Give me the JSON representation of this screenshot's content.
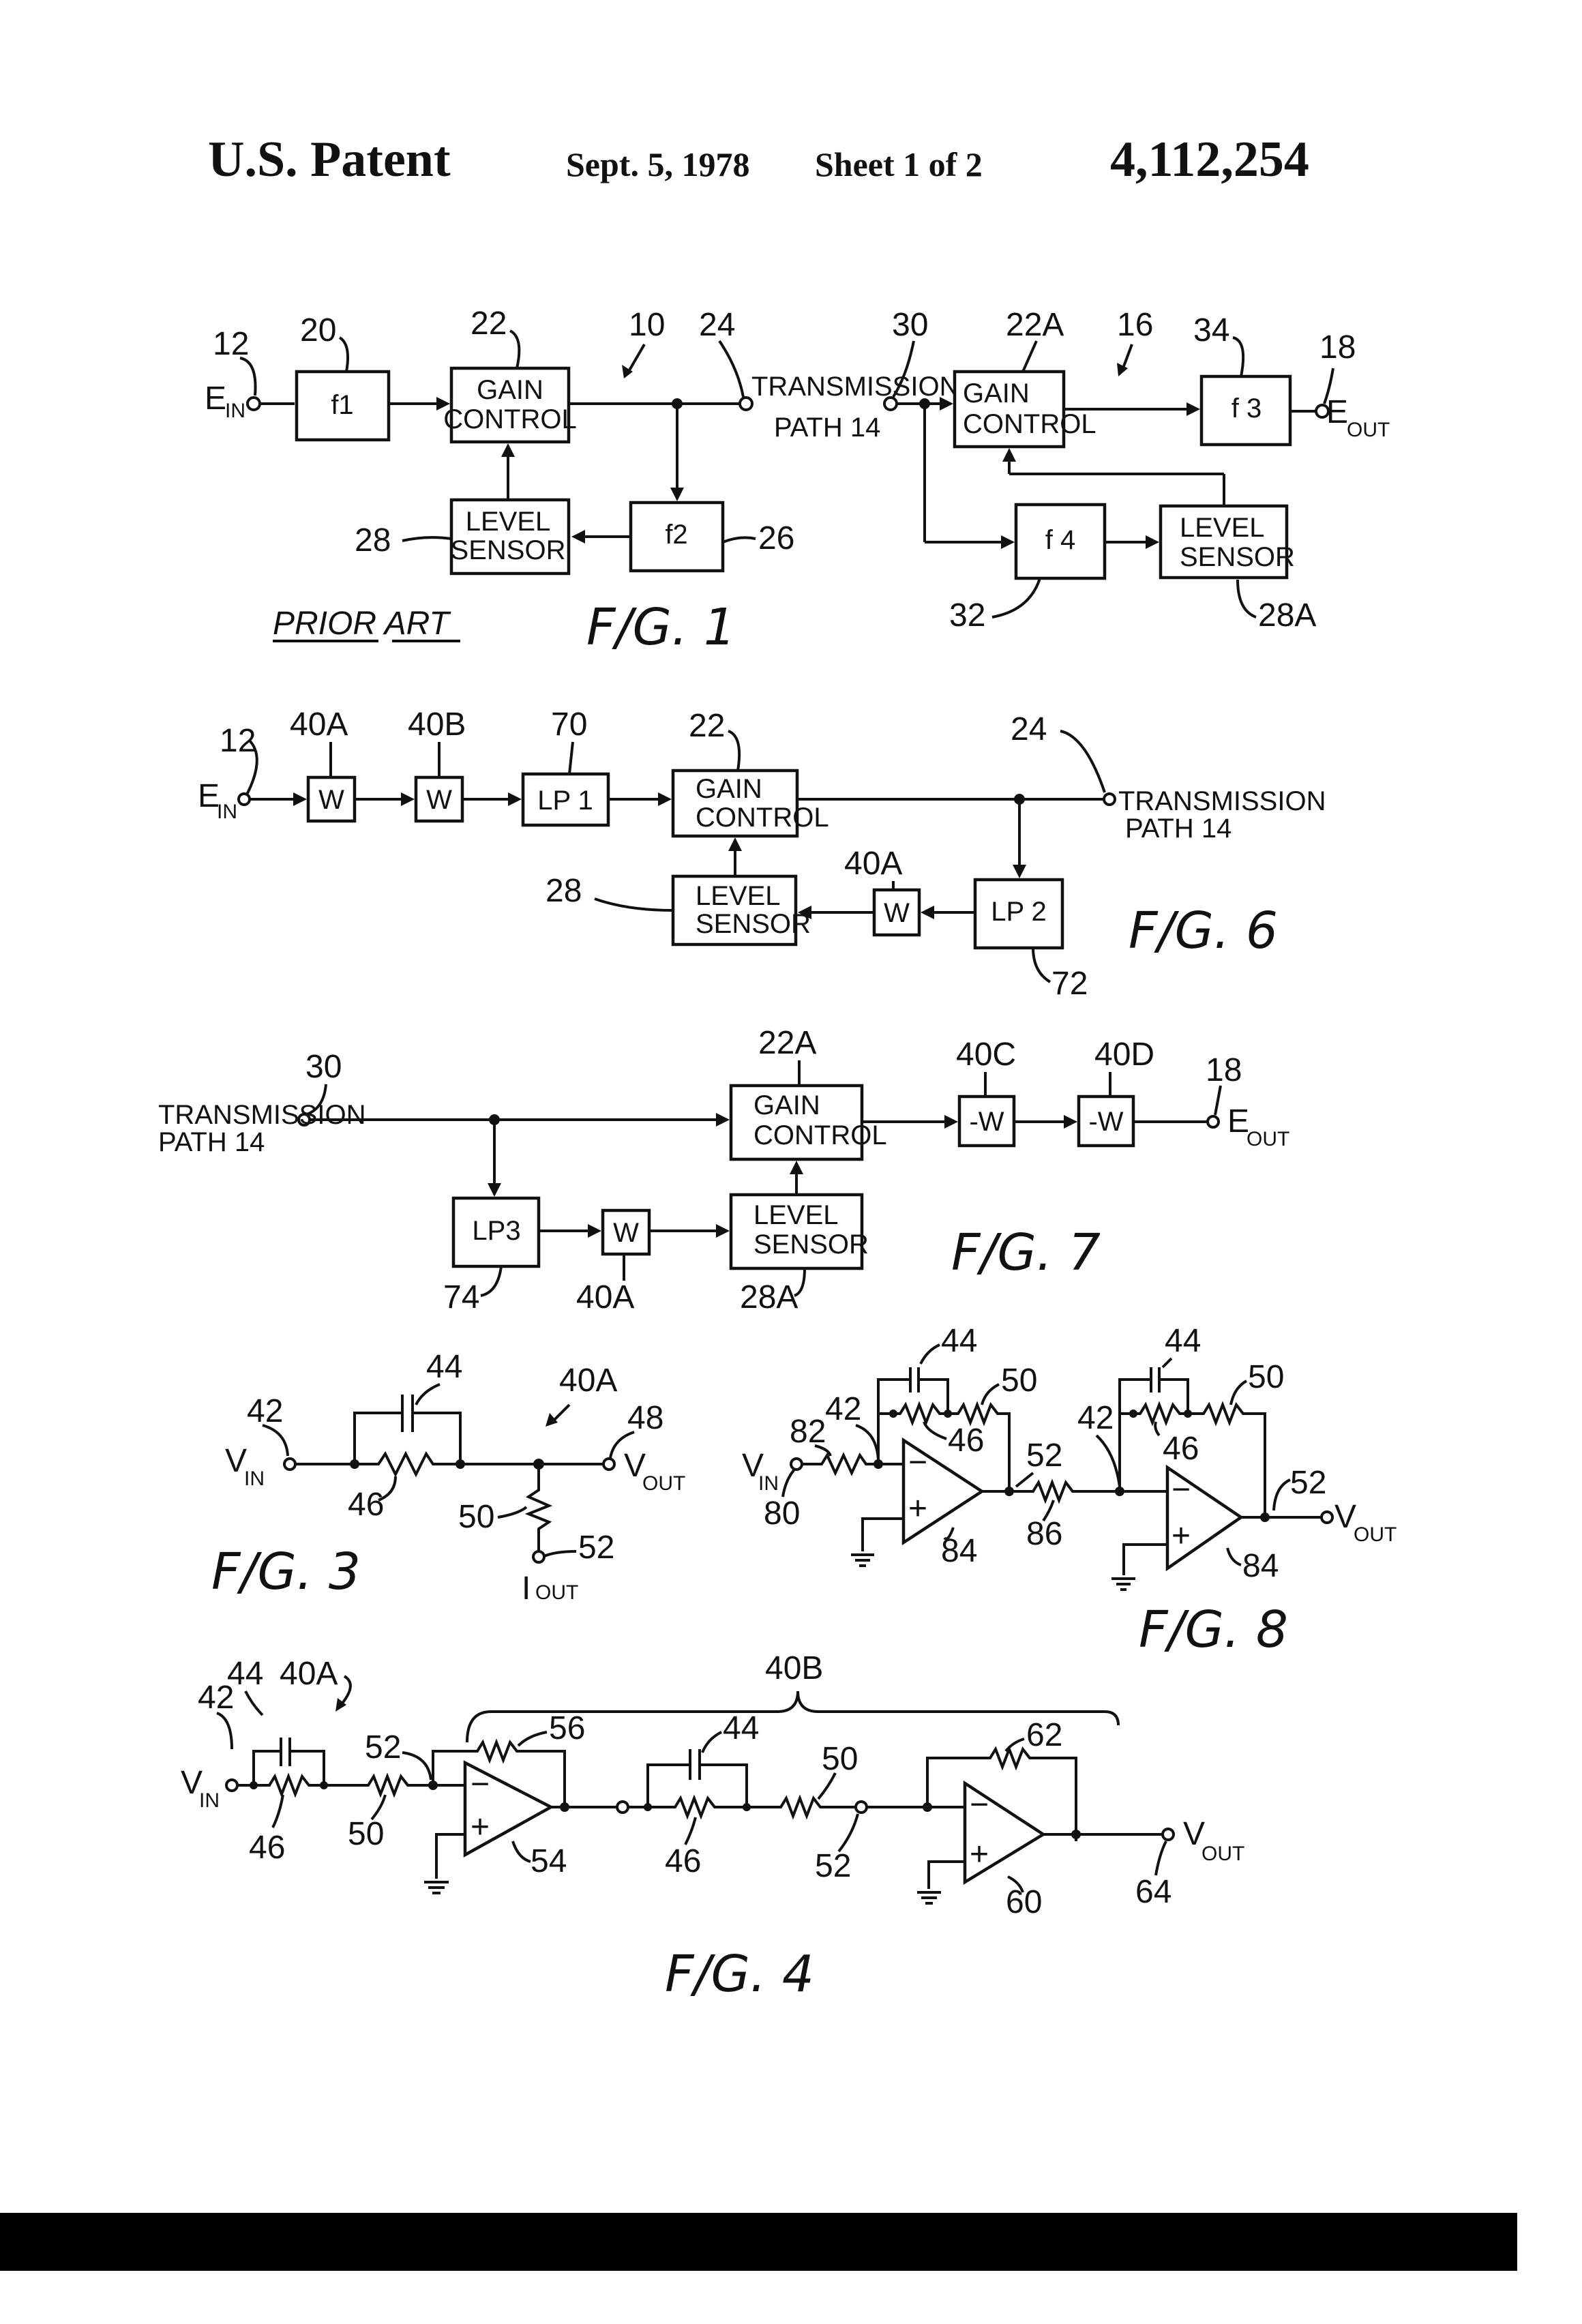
{
  "header": {
    "left": "U.S. Patent",
    "date": "Sept. 5, 1978",
    "sheet": "Sheet 1 of 2",
    "number": "4,112,254"
  },
  "fig1": {
    "caption": "F/G. 1",
    "prior_art": "PRIOR ART",
    "refs": [
      "12",
      "20",
      "22",
      "10",
      "24",
      "30",
      "22A",
      "16",
      "34",
      "18",
      "28",
      "26",
      "32",
      "28A"
    ],
    "input_label": "E",
    "input_sub": "IN",
    "output_label": "E",
    "output_sub": "OUT",
    "f1": "f1",
    "gain_1": "GAIN",
    "gain_2": "CONTROL",
    "level_1": "LEVEL",
    "level_2": "SENSOR",
    "f2": "f2",
    "tx_1": "TRANSMISSION",
    "tx_2": "PATH 14",
    "f3": "f 3",
    "f4": "f 4"
  },
  "fig6": {
    "caption": "F/G. 6",
    "refs": [
      "12",
      "40A",
      "40B",
      "70",
      "22",
      "24",
      "40A",
      "28",
      "72"
    ],
    "w": "W",
    "lp1": "LP 1",
    "lp2": "LP 2",
    "gain_1": "GAIN",
    "gain_2": "CONTROL",
    "level_1": "LEVEL",
    "level_2": "SENSOR",
    "tx_1": "TRANSMISSION",
    "tx_2": "PATH 14",
    "input_label": "E",
    "input_sub": "IN"
  },
  "fig7": {
    "caption": "F/G. 7",
    "refs": [
      "30",
      "22A",
      "40C",
      "40D",
      "18",
      "74",
      "40A",
      "28A"
    ],
    "tx_1": "TRANSMISSION",
    "tx_2": "PATH 14",
    "gain_1": "GAIN",
    "gain_2": "CONTROL",
    "level_1": "LEVEL",
    "level_2": "SENSOR",
    "lp3": "LP3",
    "w": "W",
    "neg_w": "-W",
    "output_label": "E",
    "output_sub": "OUT"
  },
  "fig3": {
    "caption": "F/G. 3",
    "refs": [
      "42",
      "44",
      "40A",
      "48",
      "46",
      "50",
      "52"
    ],
    "vin": "V",
    "vin_sub": "IN",
    "vout": "V",
    "vout_sub": "OUT",
    "iout": "I",
    "iout_sub": "OUT"
  },
  "fig8": {
    "caption": "F/G. 8",
    "refs": [
      "44",
      "50",
      "42",
      "82",
      "46",
      "52",
      "80",
      "84",
      "86",
      "42",
      "44",
      "50",
      "46",
      "52",
      "84"
    ],
    "vin": "V",
    "vin_sub": "IN",
    "vout": "V",
    "vout_sub": "OUT"
  },
  "fig4": {
    "caption": "F/G. 4",
    "refs": [
      "40B",
      "44",
      "40A",
      "42",
      "52",
      "56",
      "44",
      "50",
      "62",
      "46",
      "50",
      "54",
      "46",
      "52",
      "60",
      "64"
    ],
    "vin": "V",
    "vin_sub": "IN",
    "vout": "V",
    "vout_sub": "OUT"
  }
}
